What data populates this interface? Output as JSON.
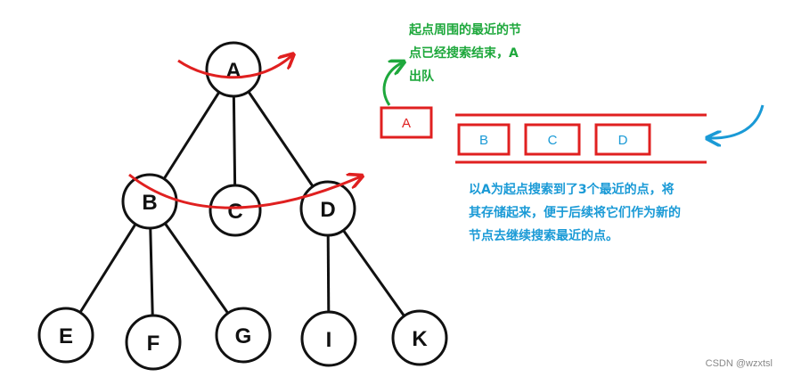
{
  "tree": {
    "nodes": [
      {
        "id": "A",
        "label": "A"
      },
      {
        "id": "B",
        "label": "B"
      },
      {
        "id": "C",
        "label": "C"
      },
      {
        "id": "D",
        "label": "D"
      },
      {
        "id": "E",
        "label": "E"
      },
      {
        "id": "F",
        "label": "F"
      },
      {
        "id": "G",
        "label": "G"
      },
      {
        "id": "I",
        "label": "I"
      },
      {
        "id": "K",
        "label": "K"
      }
    ],
    "edges": [
      [
        "A",
        "B"
      ],
      [
        "A",
        "C"
      ],
      [
        "A",
        "D"
      ],
      [
        "B",
        "E"
      ],
      [
        "B",
        "F"
      ],
      [
        "B",
        "G"
      ],
      [
        "D",
        "I"
      ],
      [
        "D",
        "K"
      ]
    ]
  },
  "queue": {
    "popped": "A",
    "items": [
      "B",
      "C",
      "D"
    ]
  },
  "notes": {
    "green": "起点周围的最近的节\n点已经搜索结束，A\n出队",
    "blue": "以A为起点搜索到了3个最近的点，将\n其存储起来，便于后续将它们作为新的\n节点去继续搜索最近的点。"
  },
  "watermark": "CSDN @wzxtsl",
  "colors": {
    "red": "#e02020",
    "green": "#1ea83c",
    "blue": "#1a9ad6",
    "node_stroke": "#111111"
  }
}
